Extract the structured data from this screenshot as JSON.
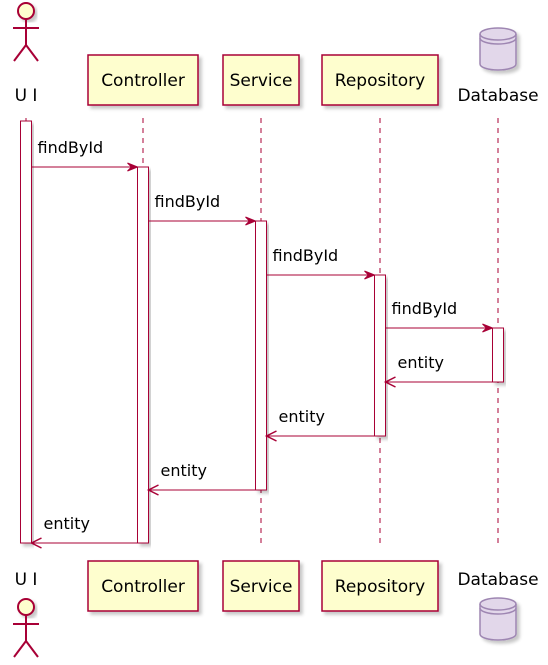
{
  "participants": [
    {
      "key": "ui",
      "label": "U I",
      "shape": "actor"
    },
    {
      "key": "controller",
      "label": "Controller",
      "shape": "box"
    },
    {
      "key": "service",
      "label": "Service",
      "shape": "box"
    },
    {
      "key": "repository",
      "label": "Repository",
      "shape": "box"
    },
    {
      "key": "database",
      "label": "Database",
      "shape": "database"
    }
  ],
  "messages": [
    {
      "from": "ui",
      "to": "controller",
      "label": "findById",
      "kind": "call"
    },
    {
      "from": "controller",
      "to": "service",
      "label": "findById",
      "kind": "call"
    },
    {
      "from": "service",
      "to": "repository",
      "label": "findById",
      "kind": "call"
    },
    {
      "from": "repository",
      "to": "database",
      "label": "findById",
      "kind": "call"
    },
    {
      "from": "database",
      "to": "repository",
      "label": "entity",
      "kind": "return"
    },
    {
      "from": "repository",
      "to": "service",
      "label": "entity",
      "kind": "return"
    },
    {
      "from": "service",
      "to": "controller",
      "label": "entity",
      "kind": "return"
    },
    {
      "from": "controller",
      "to": "ui",
      "label": "entity",
      "kind": "return"
    }
  ],
  "colors": {
    "box_fill": "#FEFECE",
    "box_stroke": "#A80036",
    "database_fill": "#E2D7EA",
    "database_stroke": "#9E86B2",
    "lifeline": "#A80036",
    "arrow": "#A80036",
    "activation_fill": "#FFFFFF",
    "text": "#000000"
  }
}
